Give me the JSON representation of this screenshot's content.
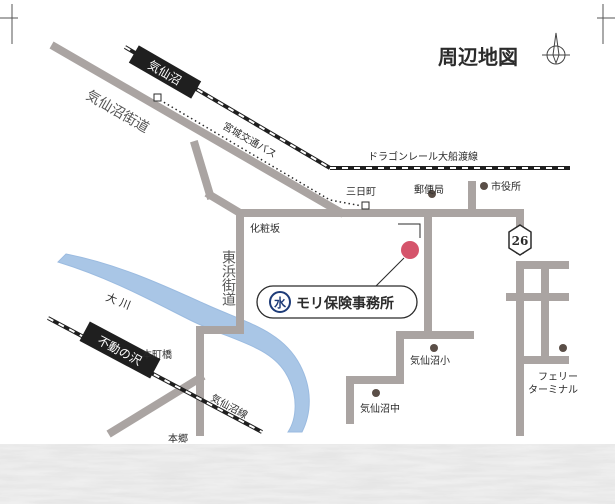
{
  "title": "周辺地図",
  "colors": {
    "road": "#aaa4a2",
    "rail_dark": "#1f1f1f",
    "river": "#a9c6e6",
    "marker": "#d5546b",
    "office_ring": "#1d3b78",
    "text": "#2b2b2b"
  },
  "stations": {
    "kesennuma": "気仙沼",
    "fudonosawa": "不動の沢"
  },
  "lines": {
    "miyagi_bus": "宮城交通バス",
    "dragon_rail": "ドラゴンレール大船渡線",
    "kesennuma_line": "気仙沼線"
  },
  "roads": {
    "kesennuma_kaido": "気仙沼街道",
    "higashihama_kaido": "東浜街道",
    "route_26": "26"
  },
  "river": {
    "name": "大 川"
  },
  "places": {
    "mikkamachi": "三日町",
    "post_office": "郵便局",
    "city_hall": "市役所",
    "kewaizaka": "化粧坂",
    "honmachibashi": "本町橋",
    "hongo": "本郷",
    "kesennuma_elem": "気仙沼小",
    "kesennuma_jhs": "気仙沼中",
    "ferry_terminal_1": "フェリー",
    "ferry_terminal_2": "ターミナル"
  },
  "office": {
    "mark": "水",
    "name": "モリ保険事務所"
  }
}
